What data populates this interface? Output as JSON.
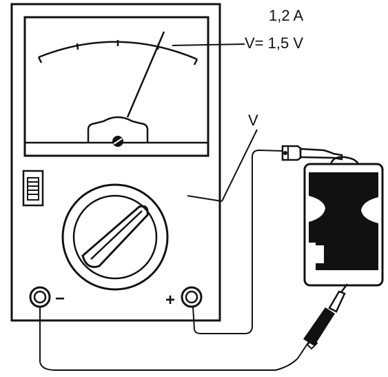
{
  "labels": {
    "current_reading": "1,2 A",
    "voltage_reading": "V= 1,5 V",
    "probe_label": "V",
    "minus_terminal": "−",
    "plus_terminal": "+"
  },
  "colors": {
    "ink": "#111111",
    "background": "#ffffff"
  }
}
